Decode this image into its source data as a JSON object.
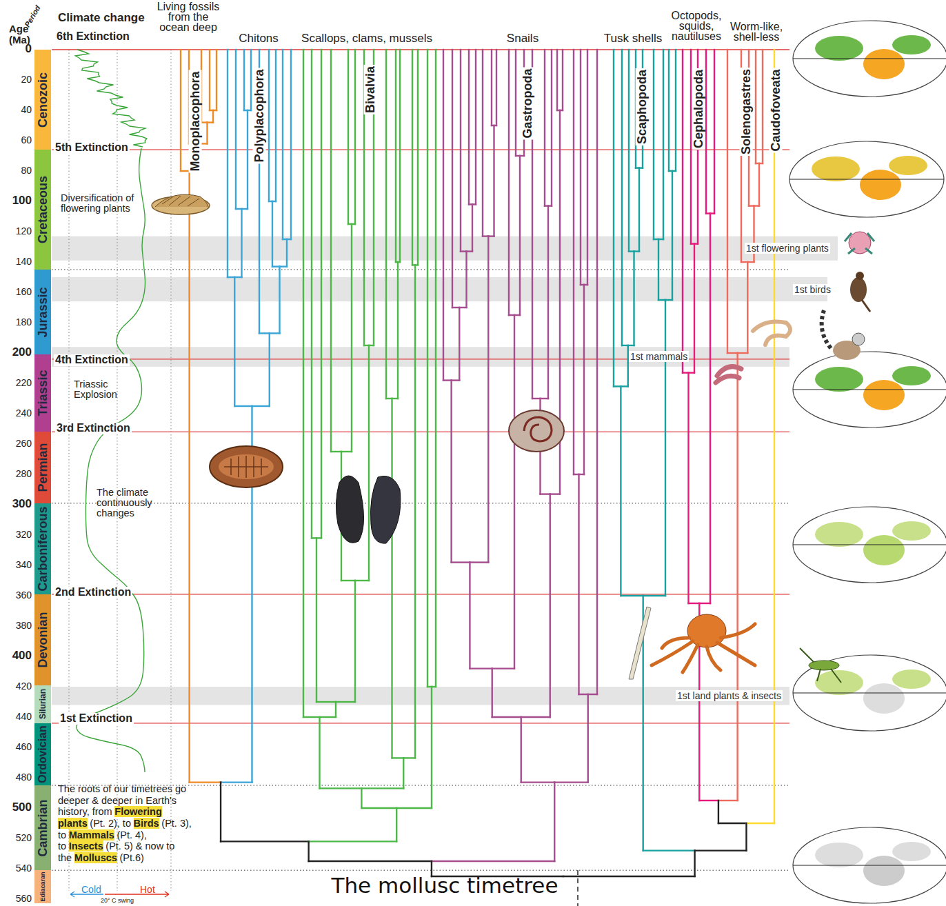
{
  "diagram": {
    "title": "The mollusc timetree",
    "nodes": [
      {
        "text": [
          "Cenozoic"
        ]
      },
      {
        "text": [
          "Cretaceous"
        ]
      },
      {
        "text": [
          "Jurassic"
        ]
      },
      {
        "text": [
          "Triassic"
        ]
      },
      {
        "text": [
          "Permian"
        ]
      },
      {
        "text": [
          "Carboniferous"
        ]
      },
      {
        "text": [
          "Devonian"
        ]
      },
      {
        "text": [
          "Silurian"
        ]
      },
      {
        "text": [
          "Ordovician"
        ]
      },
      {
        "text": [
          "Cambrian"
        ]
      },
      {
        "text": [
          "Ediacaran"
        ]
      },
      {
        "text": [
          "1st flowering plants"
        ]
      },
      {
        "text": [
          "1st birds"
        ]
      },
      {
        "text": [
          "1st mammals"
        ]
      },
      {
        "text": [
          "1st land plants & insects"
        ]
      }
    ],
    "labels": [
      "Age (Ma)",
      "Period",
      "Climate change",
      "6th Extinction",
      "5th Extinction",
      "4th Extinction",
      "3rd Extinction",
      "2nd Extinction",
      "1st Extinction",
      "Living fossils from the ocean deep",
      "Chitons",
      "Scallops, clams, mussels",
      "Snails",
      "Tusk shells",
      "Octopods, squids, nautiluses",
      "Worm-like, shell-less",
      "Monoplacophora",
      "Polyplacophora",
      "Bivalvia",
      "Gastropoda",
      "Scaphopoda",
      "Cephalopoda",
      "Solenogastres",
      "Caudofoveata",
      "0",
      "20",
      "40",
      "60",
      "80",
      "100",
      "120",
      "140",
      "160",
      "180",
      "200",
      "220",
      "240",
      "260",
      "280",
      "300",
      "320",
      "340",
      "360",
      "380",
      "400",
      "420",
      "440",
      "460",
      "480",
      "500",
      "520",
      "540",
      "560",
      "Diversification of flowering plants",
      "Triassic Explosion",
      "The climate continuously changes",
      "The roots of our timetrees go deeper & deeper in Earth's history, from",
      "Flowering plants",
      "(Pt. 2), to",
      "Birds",
      "(Pt. 3), to",
      "Mammals",
      "(Pt. 4), to",
      "Insects",
      "(Pt. 5) & now to the",
      "Molluscs",
      "(Pt.6)",
      "Cold",
      "Hot",
      "20° C swing"
    ]
  }
}
